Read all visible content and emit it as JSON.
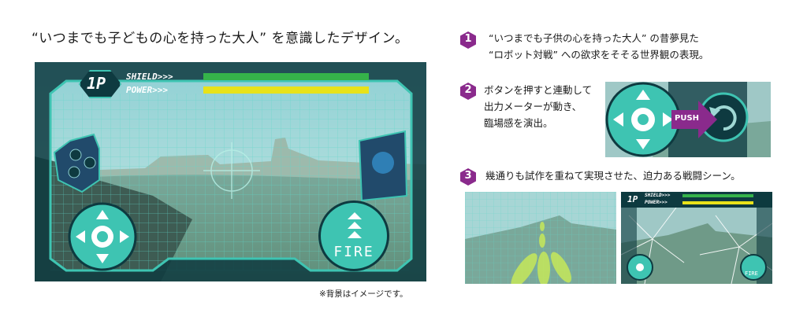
{
  "headline": "“いつまでも子どもの心を持った大人” を意識したデザイン。",
  "note": "※背景はイメージです。",
  "hud": {
    "player": "1P",
    "shield_label": "SHIELD>>>",
    "power_label": "POWER>>>",
    "fire_label": "FIRE",
    "shield_level": 1.0,
    "power_level": 1.0
  },
  "colors": {
    "teal": "#3ec4b2",
    "teal_dark": "#0f3e44",
    "magenta": "#8a2a8c",
    "shield_green": "#35b34a",
    "power_yellow": "#e8e21a"
  },
  "steps": [
    {
      "number": "1",
      "line1": "“いつまでも子供の心を持った大人” の昔夢見た",
      "line2": "“ロボット対戦” への欲求をそそる世界観の表現。"
    },
    {
      "number": "2",
      "line1": "ボタンを押すと連動して",
      "line2": "出力メーターが動き、",
      "line3": "臨場感を演出。"
    },
    {
      "number": "3",
      "line1": "幾通りも試作を重ねて実現させた、迫力ある戦闘シーン。"
    }
  ],
  "push_label": "PUSH",
  "icons": [
    "dpad-icon",
    "fire-arrows-icon",
    "rotate-icon",
    "push-arrow-icon",
    "radar-icon"
  ]
}
